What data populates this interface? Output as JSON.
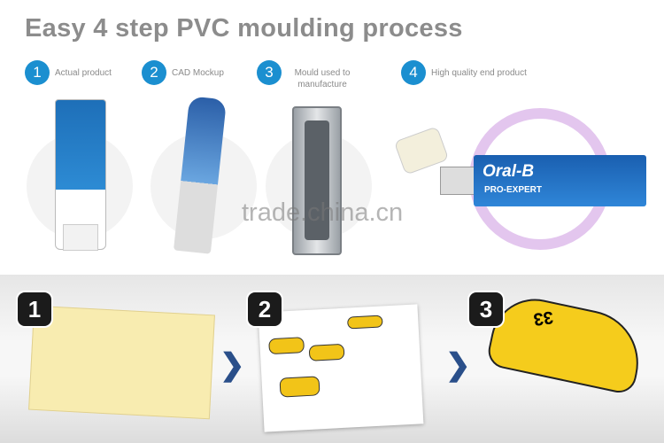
{
  "title": "Easy 4 step PVC moulding process",
  "steps": [
    {
      "number": "1",
      "label": "Actual product"
    },
    {
      "number": "2",
      "label": "CAD Mockup"
    },
    {
      "number": "3",
      "label": "Mould used to manufacture"
    },
    {
      "number": "4",
      "label": "High quality end product"
    }
  ],
  "product": {
    "brand": "Oral-B",
    "line": "PRO-EXPERT"
  },
  "watermark": "trade.china.cn",
  "bottom_steps": [
    "1",
    "2",
    "3"
  ],
  "car_number": "33",
  "colors": {
    "accent": "#1b8fd0",
    "title": "#8c8c8c"
  }
}
